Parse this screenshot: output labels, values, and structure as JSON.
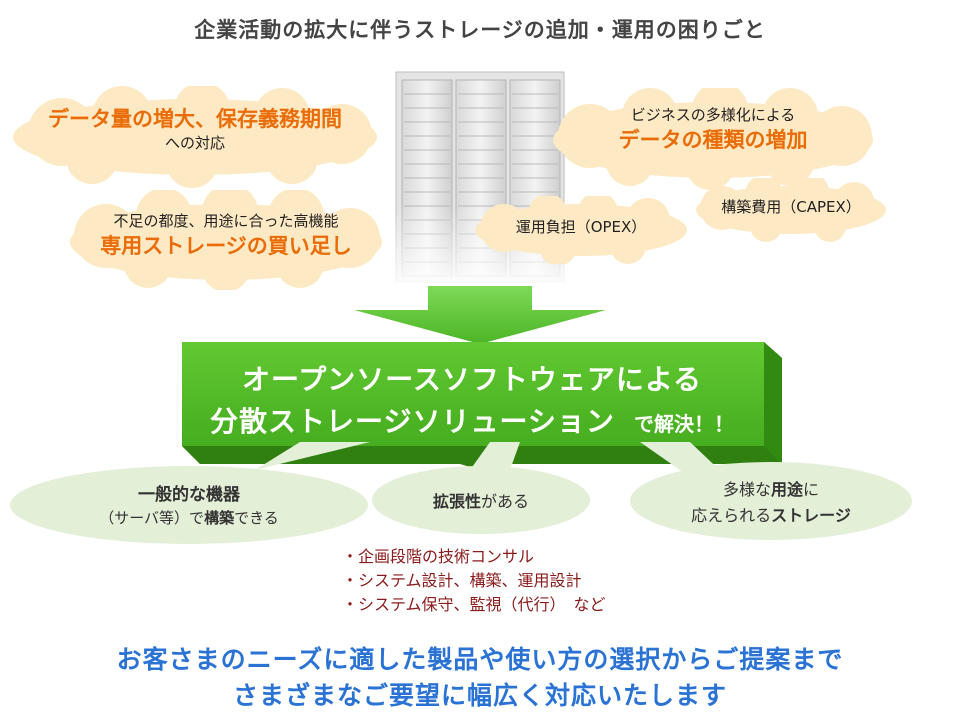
{
  "title": "企業活動の拡大に伴うストレージの追加・運用の困りごと",
  "clouds": {
    "data_growth": {
      "line1": "データ量の増大、保存義務期間",
      "line2": "への対応"
    },
    "diversity": {
      "line1": "ビジネスの多様化による",
      "line2": "データの種類の増加"
    },
    "dedicated": {
      "line1": "不足の都度、用途に合った高機能",
      "line2": "専用ストレージの買い足し"
    },
    "opex": {
      "label": "運用負担（OPEX）"
    },
    "capex": {
      "label": "構築費用（CAPEX）"
    }
  },
  "solution": {
    "line1": "オープンソースソフトウェアによる",
    "line2": "分散ストレージソリューション",
    "suffix": "で解決！！"
  },
  "benefits": {
    "general": {
      "bold": "一般的な機器",
      "sub_a": "（サーバ等）で",
      "sub_b": "構築",
      "sub_c": "できる"
    },
    "scalable": {
      "bold": "拡張性",
      "rest": "がある"
    },
    "multi": {
      "a": "多様な",
      "b": "用途",
      "c": "に",
      "d": "応えられる",
      "e": "ストレージ"
    }
  },
  "services": [
    "・企画段階の技術コンサル",
    "・システム設計、構築、運用設計",
    "・システム保守、監視（代行）　など"
  ],
  "closing": {
    "line1": "お客さまのニーズに適した製品や使い方の選択からご提案まで",
    "line2": "さまざまなご要望に幅広く対応いたします"
  },
  "colors": {
    "orange": "#e96c06",
    "cloud_fill": "#fde9c4",
    "green": "#5cc02a",
    "green_light": "#e3efd7",
    "blue": "#2a73d4",
    "red_text": "#8b1a1a"
  }
}
